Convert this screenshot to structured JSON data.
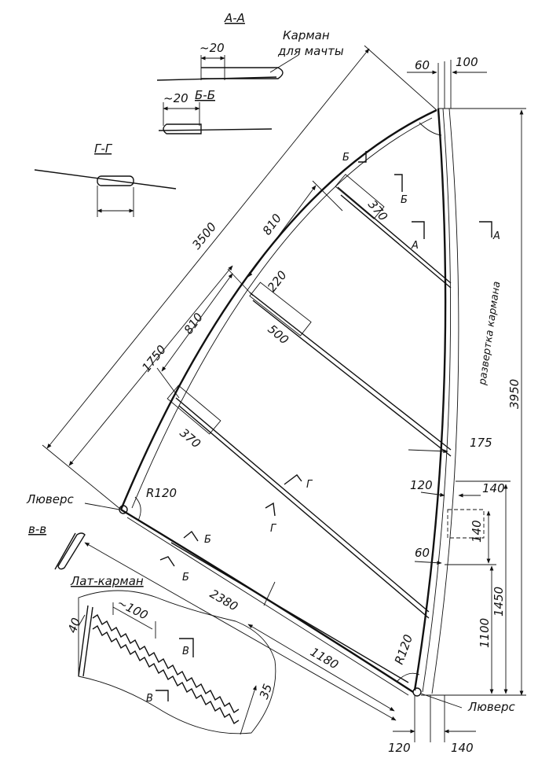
{
  "sections": {
    "aa": "А-А",
    "bb": "Б-Б",
    "gg": "Г-Г",
    "vv": "в-в"
  },
  "labels": {
    "mast_pocket_line1": "Карман",
    "mast_pocket_line2": "для мачты",
    "pocket_layout": "развертка кармана",
    "lyuvers_left": "Люверс",
    "lyuvers_right": "Люверс",
    "lat_pocket": "Лат-карман",
    "mark_b1": "Б",
    "mark_b2": "Б",
    "mark_b3": "Б",
    "mark_b4": "Б",
    "mark_a1": "А",
    "mark_a2": "А",
    "mark_g1": "Г",
    "mark_g2": "Г",
    "mark_v1": "В",
    "mark_v2": "В"
  },
  "dimensions": {
    "d3500": "3500",
    "d1750": "1750",
    "d810_top": "810",
    "d810_mid": "810",
    "d370_top": "370",
    "d220": "220",
    "d500": "500",
    "d370_bottom": "370",
    "dR120_left": "R120",
    "dR120_right": "R120",
    "d2380": "2380",
    "d1180": "1180",
    "d60_top": "60",
    "d100_top": "100",
    "d3950": "3950",
    "d175": "175",
    "d120_mid": "120",
    "d140_mid": "140",
    "d140_box": "140",
    "d1450": "1450",
    "d60_mid": "60",
    "d1100": "1100",
    "d120_bottom": "120",
    "d140_bottom": "140",
    "d20_aa": "~20",
    "d20_bb": "~20",
    "d100_lat": "~100",
    "d40_lat": "40",
    "d35_lat": "35"
  }
}
